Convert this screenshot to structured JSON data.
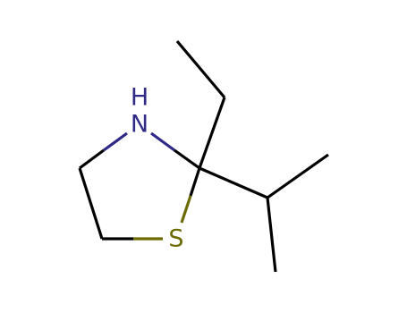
{
  "molecule": {
    "atoms": {
      "nitrogen": {
        "symbol": "N",
        "hydrogen": "H"
      },
      "sulfur": {
        "symbol": "S"
      }
    },
    "colors": {
      "carbon_bond": "#000000",
      "nitrogen": "#2e2a86",
      "sulfur": "#6b6b00"
    }
  }
}
